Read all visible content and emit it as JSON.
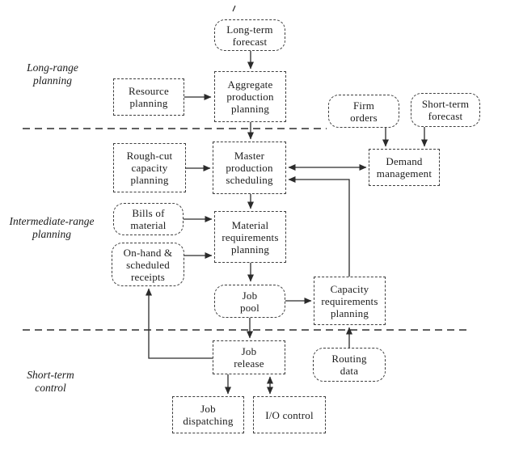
{
  "stage_labels": {
    "long_range": "Long-range\nplanning",
    "intermediate_range": "Intermediate-range\nplanning",
    "short_term": "Short-term\ncontrol"
  },
  "boxes": {
    "long_term_forecast": "Long-term\nforecast",
    "resource_planning": "Resource\nplanning",
    "aggregate_production_planning": "Aggregate\nproduction\nplanning",
    "firm_orders": "Firm\norders",
    "short_term_forecast": "Short-term\nforecast",
    "rough_cut_capacity_planning": "Rough-cut\ncapacity\nplanning",
    "master_production_scheduling": "Master\nproduction\nscheduling",
    "demand_management": "Demand\nmanagement",
    "bills_of_material": "Bills of\nmaterial",
    "material_requirements_planning": "Material\nrequirements\nplanning",
    "on_hand_scheduled_receipts": "On-hand &\nscheduled\nreceipts",
    "job_pool": "Job\npool",
    "capacity_requirements_planning": "Capacity\nrequirements\nplanning",
    "job_release": "Job\nrelease",
    "routing_data": "Routing\ndata",
    "job_dispatching": "Job\ndispatching",
    "io_control": "I/O control"
  },
  "connections": [
    {
      "from": "long_term_forecast",
      "to": "aggregate_production_planning",
      "type": "arrow"
    },
    {
      "from": "resource_planning",
      "to": "aggregate_production_planning",
      "type": "arrow"
    },
    {
      "from": "aggregate_production_planning",
      "to": "master_production_scheduling",
      "type": "arrow"
    },
    {
      "from": "rough_cut_capacity_planning",
      "to": "master_production_scheduling",
      "type": "arrow"
    },
    {
      "from": "master_production_scheduling",
      "to": "demand_management",
      "type": "double-arrow"
    },
    {
      "from": "firm_orders",
      "to": "demand_management",
      "type": "arrow"
    },
    {
      "from": "short_term_forecast",
      "to": "demand_management",
      "type": "arrow"
    },
    {
      "from": "capacity_requirements_planning",
      "to": "master_production_scheduling",
      "type": "arrow"
    },
    {
      "from": "master_production_scheduling",
      "to": "material_requirements_planning",
      "type": "arrow"
    },
    {
      "from": "bills_of_material",
      "to": "material_requirements_planning",
      "type": "arrow"
    },
    {
      "from": "on_hand_scheduled_receipts",
      "to": "material_requirements_planning",
      "type": "arrow"
    },
    {
      "from": "material_requirements_planning",
      "to": "job_pool",
      "type": "arrow"
    },
    {
      "from": "job_pool",
      "to": "capacity_requirements_planning",
      "type": "arrow"
    },
    {
      "from": "job_pool",
      "to": "job_release",
      "type": "arrow"
    },
    {
      "from": "job_release",
      "to": "on_hand_scheduled_receipts",
      "type": "arrow"
    },
    {
      "from": "routing_data",
      "to": "capacity_requirements_planning",
      "type": "arrow"
    },
    {
      "from": "job_release",
      "to": "job_dispatching",
      "type": "arrow"
    },
    {
      "from": "job_release",
      "to": "io_control",
      "type": "double-arrow"
    }
  ],
  "colors": {
    "ink": "#2b2b2b",
    "border": "#3f3f3f",
    "background": "#ffffff"
  }
}
